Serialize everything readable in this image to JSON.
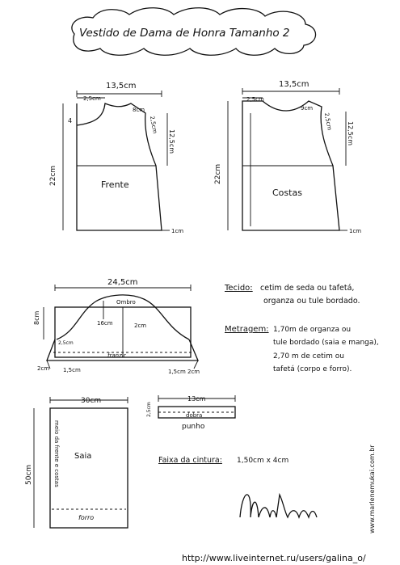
{
  "title": "Vestido de Dama de Honra Tamanho 2",
  "front": {
    "width": "13,5cm",
    "neck": "2,5cm",
    "shoulder": "8cm",
    "neck_depth": "4",
    "armhole": "2,5cm",
    "armhole_height": "12,5cm",
    "length": "22cm",
    "label": "Frente",
    "ease": "1cm"
  },
  "back": {
    "width": "13,5cm",
    "neck": "2,5cm",
    "shoulder": "9cm",
    "armhole": "2,5cm",
    "armhole_height": "12,5cm",
    "length": "22cm",
    "label": "Costas",
    "ease": "1cm"
  },
  "sleeve": {
    "width": "24,5cm",
    "height": "8cm",
    "top": "Ombro",
    "left_depth": "16cm",
    "right_depth": "2cm",
    "franzir": "franzir",
    "left_hem": "2,5cm",
    "hem_a": "2cm",
    "hem_b": "1,5cm",
    "hem_c": "1,5cm",
    "hem_d": "2cm"
  },
  "notes": {
    "tecido_label": "Tecido:",
    "tecido_1": "cetim de seda ou tafetá,",
    "tecido_2": "organza ou tule bordado.",
    "metragem_label": "Metragem:",
    "metragem_1": "1,70m de organza ou",
    "metragem_2": "tule bordado (saia e manga),",
    "metragem_3": "2,70 m de cetim ou",
    "metragem_4": "tafetá (corpo e forro)."
  },
  "skirt": {
    "width": "30cm",
    "length": "50cm",
    "fold": "meio da frente e costas",
    "label": "Saia",
    "lining": "forro"
  },
  "cuff": {
    "width": "13cm",
    "height": "2,5cm",
    "fold": "dobra",
    "label": "punho"
  },
  "belt": {
    "label": "Faixa da cintura:",
    "value": "1,50cm x 4cm"
  },
  "signature": "Marlene Mukai",
  "website": "www.marlenemukai.com.br",
  "footer_url": "http://www.liveinternet.ru/users/galina_o/"
}
